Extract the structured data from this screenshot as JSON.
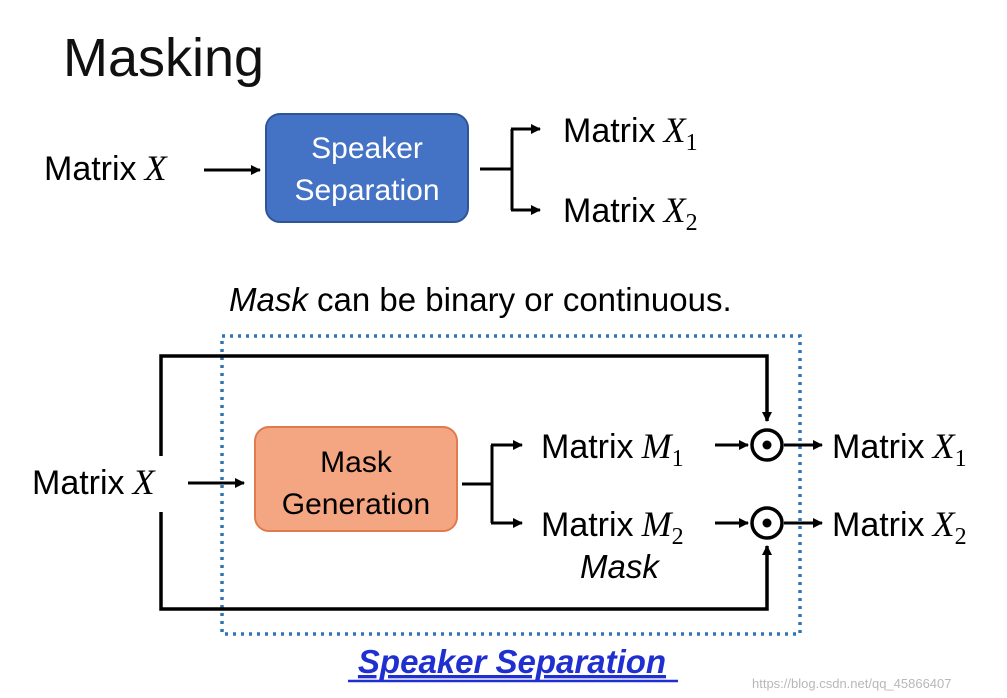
{
  "title": "Masking",
  "top": {
    "input": {
      "label": "Matrix",
      "symbol": "X"
    },
    "box": {
      "line1": "Speaker",
      "line2": "Separation",
      "color": "#4472c4",
      "border": "#2f5597"
    },
    "outputs": [
      {
        "label": "Matrix",
        "symbol": "X",
        "sub": "1"
      },
      {
        "label": "Matrix",
        "symbol": "X",
        "sub": "2"
      }
    ]
  },
  "caption": {
    "italic": "Mask",
    "rest": " can be binary or continuous."
  },
  "bottom": {
    "input": {
      "label": "Matrix",
      "symbol": "X"
    },
    "box": {
      "line1": "Mask",
      "line2": "Generation",
      "color": "#f4a582",
      "border": "#e07b50"
    },
    "masks": [
      {
        "label": "Matrix",
        "symbol": "M",
        "sub": "1"
      },
      {
        "label": "Matrix",
        "symbol": "M",
        "sub": "2"
      }
    ],
    "mask_label": "Mask",
    "outputs": [
      {
        "label": "Matrix",
        "symbol": "X",
        "sub": "1"
      },
      {
        "label": "Matrix",
        "symbol": "X",
        "sub": "2"
      }
    ],
    "operator_symbol": "⊙",
    "dotted_border_color": "#2e75b6",
    "footer_link": "Speaker Separation"
  },
  "watermark": "https://blog.csdn.net/qq_45866407"
}
